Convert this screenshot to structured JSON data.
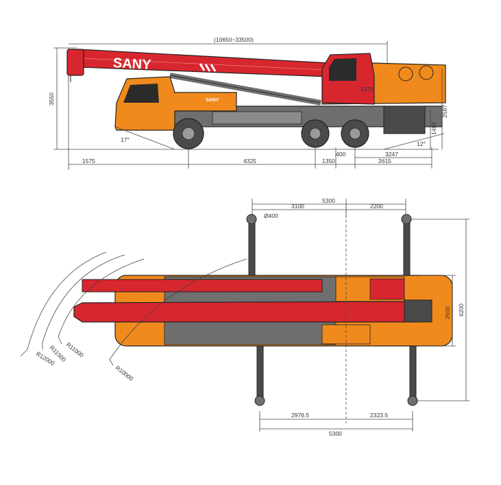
{
  "brand": {
    "boom_logo": "SANY",
    "cab_logo": "SANY"
  },
  "colors": {
    "boom_red": "#d8262f",
    "body_orange": "#f08a1c",
    "chassis_gray": "#6f6f6f",
    "dark_gray": "#4a4a4a",
    "outline": "#222222",
    "dimension": "#444444"
  },
  "side_view": {
    "boom_length_range": "(10650~33500)",
    "total_height": "3550",
    "cab_height_label": "1375",
    "rear_height_label": "2597",
    "rear_ground_label": "1402",
    "approach_angle": "17°",
    "departure_angle": "12°",
    "front_overhang": "1575",
    "wheelbase_front": "4325",
    "axle_spacing": "1350",
    "rear_span": "2615",
    "rear_axle_offset": "400",
    "rear_overhang": "3247"
  },
  "top_view": {
    "outrigger_span_top": "5300",
    "outrigger_front_segment": "3100",
    "outrigger_rear_segment": "2200",
    "pad_diameter": "Ø400",
    "vehicle_width": "2500",
    "outrigger_width": "6200",
    "outrigger_span_bottom": "5300",
    "bottom_front_segment": "2976.5",
    "bottom_rear_segment": "2323.5",
    "turning_radii": [
      "R12000",
      "R11500",
      "R11000",
      "R10000"
    ]
  }
}
